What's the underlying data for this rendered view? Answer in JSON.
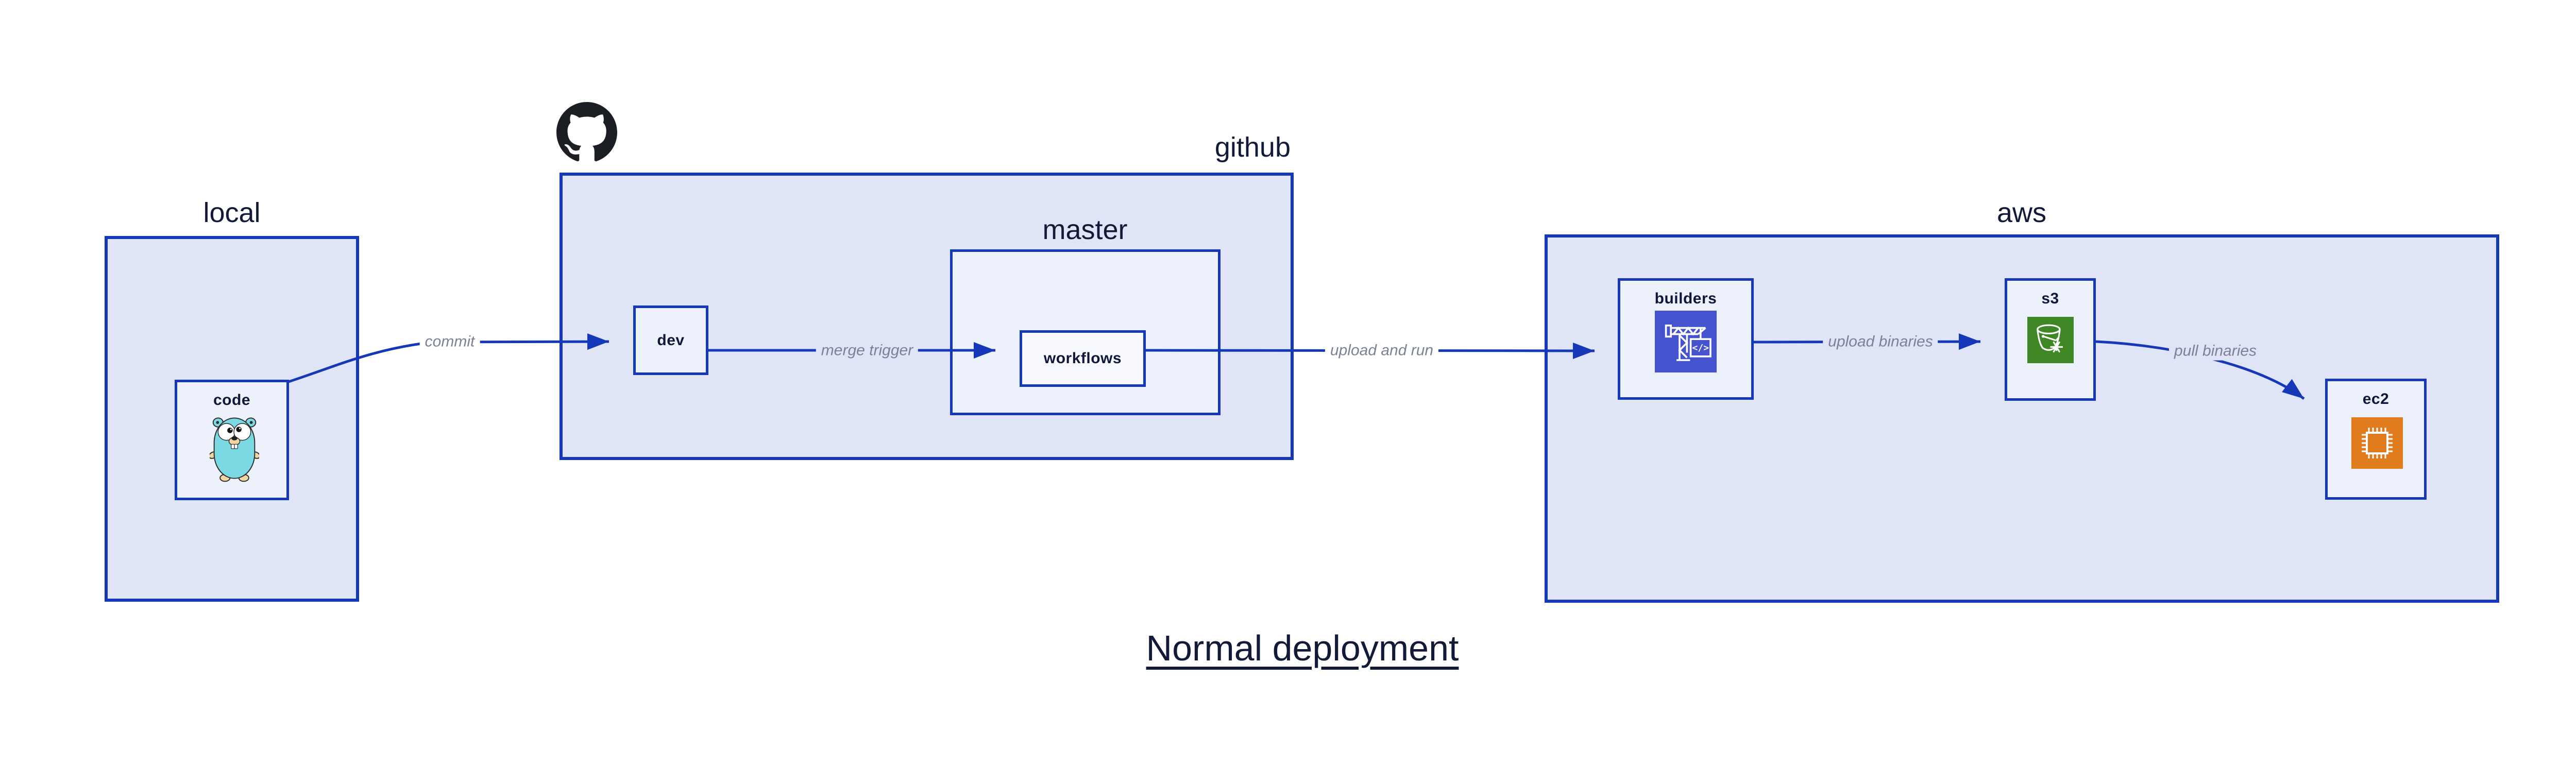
{
  "diagram": {
    "title": "Normal deployment",
    "groups": {
      "local": "local",
      "github": "github",
      "master": "master",
      "aws": "aws"
    },
    "nodes": {
      "code": "code",
      "dev": "dev",
      "workflows": "workflows",
      "builders": "builders",
      "s3": "s3",
      "ec2": "ec2"
    },
    "edges": {
      "commit": "commit",
      "merge_trigger": "merge trigger",
      "upload_and_run": "upload and run",
      "upload_binaries": "upload binaries",
      "pull_binaries": "pull binaries"
    },
    "icons": {
      "github_logo": "github-octocat",
      "code": "go-gopher",
      "builders": "aws-codebuild-crane",
      "s3": "aws-s3-glacier-bucket",
      "ec2": "aws-ec2-chip",
      "codebuild_glyph": "</>"
    },
    "colors": {
      "line_blue": "#1538b8",
      "outer_box_fill": "#dfe5f7",
      "inner_box_fill": "#edf1fb",
      "nested_box_fill": "#f7f9fe",
      "label_dark": "#131a38",
      "edge_label_gray": "#7c8296",
      "github_black": "#1b1f23",
      "codebuild_purple": "#4653ce",
      "glacier_green": "#3f8624",
      "ec2_orange": "#e07c1e",
      "gopher_teal": "#7ad9e2"
    }
  }
}
